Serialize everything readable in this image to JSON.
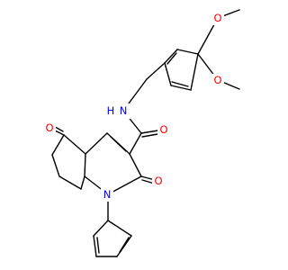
{
  "molecule": {
    "atoms": {
      "o_methoxy_top": "O",
      "o_methoxy_mid": "O",
      "nh": "H",
      "n_amide": "N",
      "o_ketone": "O",
      "o_amide": "O",
      "o_lactam": "O",
      "n_ring": "N"
    }
  },
  "colors": {
    "bond": "#000000",
    "oxygen": "#ff0000",
    "nitrogen": "#0000ff"
  }
}
